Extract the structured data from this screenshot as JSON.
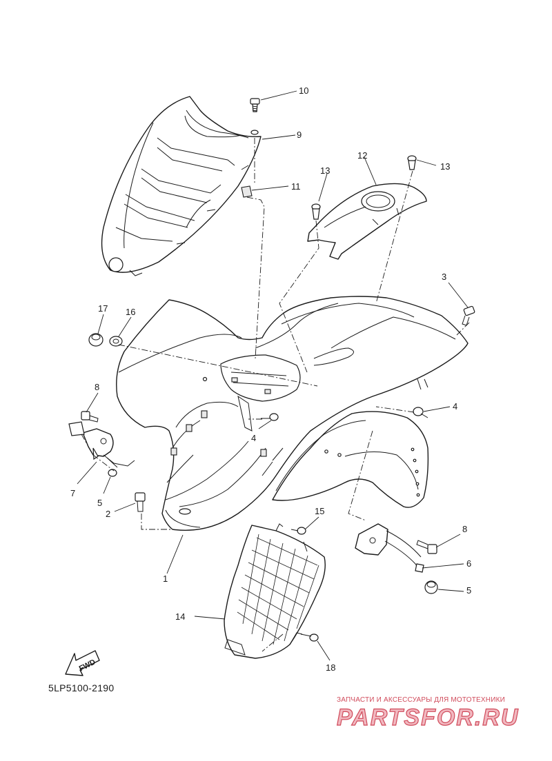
{
  "diagram": {
    "callouts": {
      "c1": "1",
      "c2": "2",
      "c3": "3",
      "c4a": "4",
      "c4b": "4",
      "c5a": "5",
      "c5b": "5",
      "c6": "6",
      "c7": "7",
      "c8a": "8",
      "c8b": "8",
      "c9": "9",
      "c10": "10",
      "c11": "11",
      "c12": "12",
      "c13a": "13",
      "c13b": "13",
      "c14": "14",
      "c15": "15",
      "c16": "16",
      "c17": "17",
      "c18": "18"
    },
    "fwd_label": "FWD",
    "part_code": "5LP5100-2190"
  },
  "watermark": {
    "tagline": "ЗАПЧАСТИ И АКСЕССУАРЫ ДЛЯ МОТОТЕХНИКИ",
    "logo_text": "PARTSFOR.RU",
    "color": "#d04a5a"
  }
}
